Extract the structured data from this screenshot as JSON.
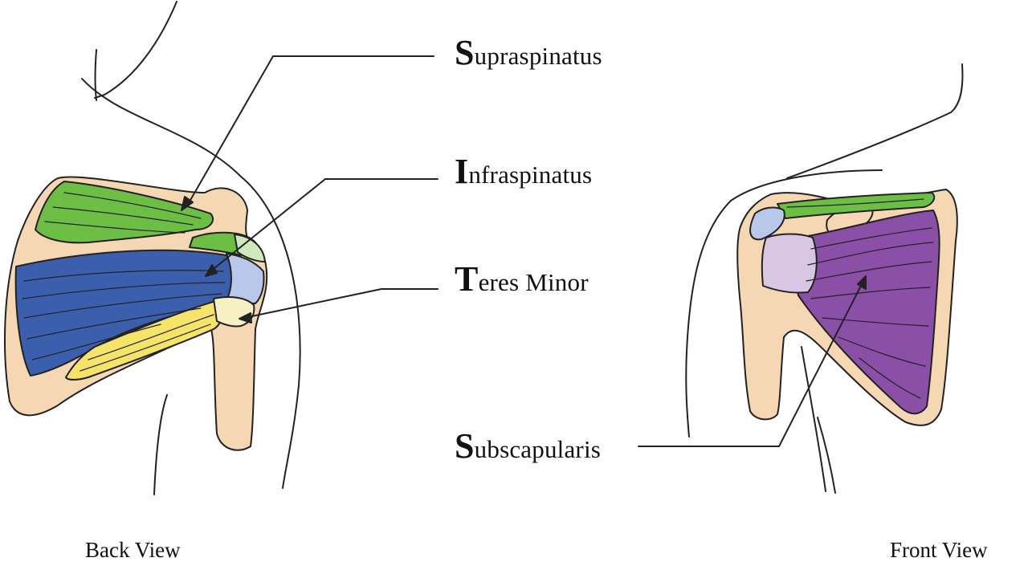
{
  "labels": {
    "supraspinatus": {
      "initial": "S",
      "rest": "upraspinatus"
    },
    "infraspinatus": {
      "initial": "I",
      "rest": "nfraspinatus"
    },
    "teres_minor": {
      "initial": "T",
      "rest": "eres Minor"
    },
    "subscapularis": {
      "initial": "S",
      "rest": "ubscapularis"
    }
  },
  "views": {
    "back": "Back View",
    "front": "Front View"
  },
  "colors": {
    "bone": "#f6d7b4",
    "supraspinatus": "#6dbe45",
    "infraspinatus": "#3c5fad",
    "teres_minor": "#f5e36a",
    "subscapularis": "#8a4fa6",
    "tendon_blue": "#b9c7ea",
    "tendon_green": "#cfe8bd",
    "tendon_yellow": "#f6f0c4",
    "tendon_purple": "#d9c6e3",
    "outline": "#222222"
  }
}
